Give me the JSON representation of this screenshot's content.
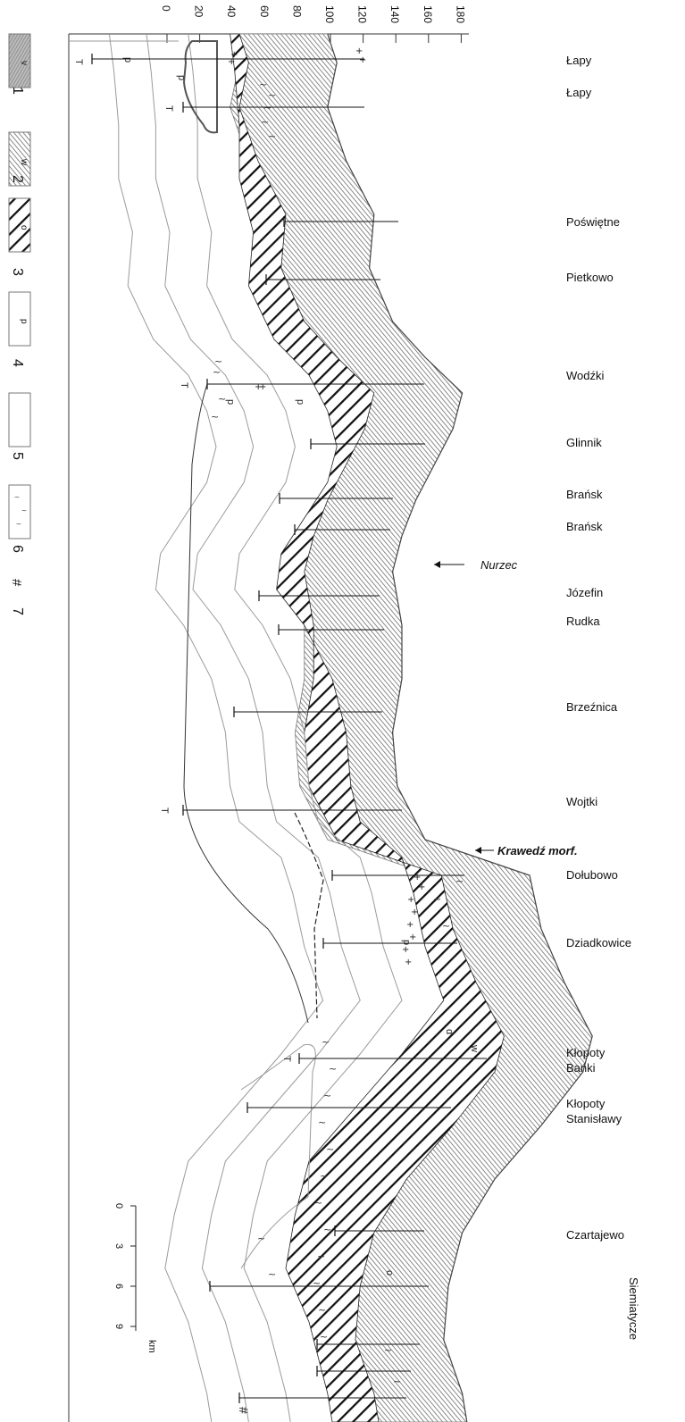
{
  "axis": {
    "ticks": [
      "0",
      "20",
      "40",
      "60",
      "80",
      "100",
      "120",
      "140",
      "160",
      "180"
    ]
  },
  "localities": [
    "Łapy",
    "Łapy",
    "Poświętne",
    "Pietkowo",
    "Wodźki",
    "Glinnik",
    "Brańsk",
    "Brańsk",
    "Józefin",
    "Rudka",
    "Brzeźnica",
    "Wojtki",
    "Dołubowo",
    "Dziadkowice",
    "Kłopoty",
    "Bańki",
    "Kłopoty",
    "Stanisławy",
    "Czartajewo",
    "Siemiatycze"
  ],
  "annotations": {
    "river": "Nurzec",
    "edge": "Krawedź morf."
  },
  "legend": {
    "items": [
      "1",
      "2",
      "3",
      "4",
      "5",
      "6",
      "7"
    ],
    "box_letters": [
      "v",
      "w",
      "o",
      "p"
    ],
    "hash": "#"
  },
  "scale_bar": {
    "ticks": [
      "0",
      "3",
      "6",
      "9"
    ],
    "unit": "km"
  },
  "profile_letters": [
    "p",
    "p",
    "T",
    "T",
    "T",
    "T",
    "T",
    "d",
    "w",
    "o"
  ],
  "colors": {
    "ink": "#111111",
    "grey_line": "#9a9a9a",
    "w_fill": "#8c8c8c"
  }
}
